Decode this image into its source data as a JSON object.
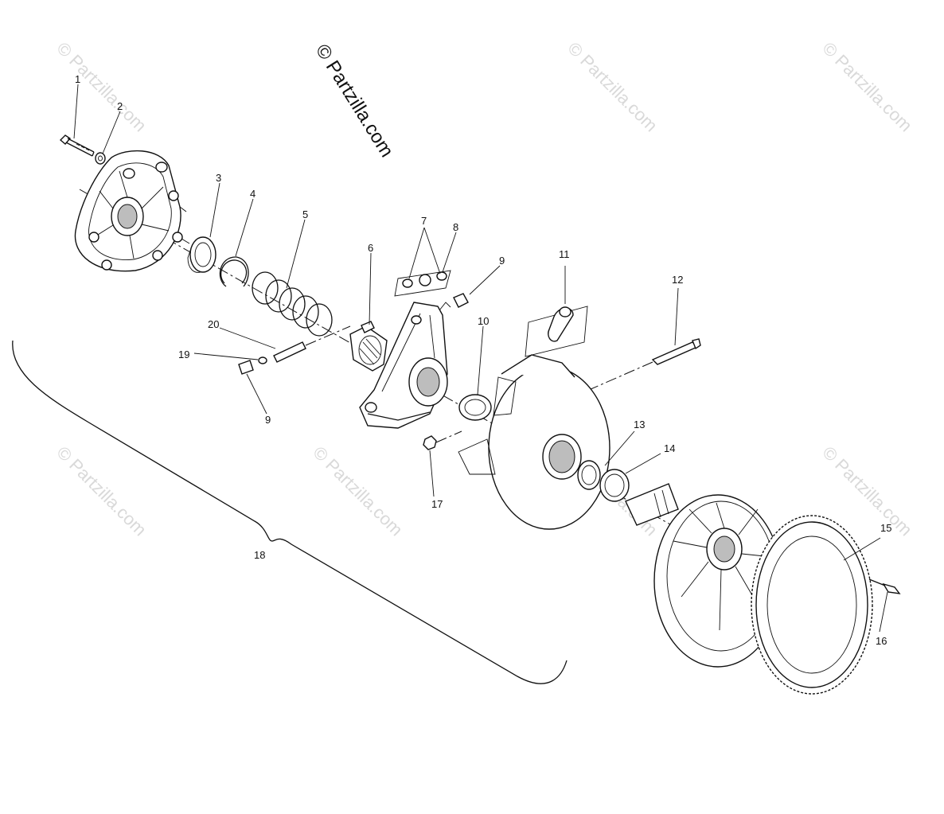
{
  "watermark": {
    "main": "© Partzilla.com",
    "faded": "© Partzilla.com"
  },
  "callouts": [
    "1",
    "2",
    "3",
    "4",
    "5",
    "6",
    "7",
    "8",
    "9",
    "9",
    "10",
    "11",
    "12",
    "13",
    "14",
    "15",
    "16",
    "17",
    "18",
    "19",
    "20"
  ]
}
